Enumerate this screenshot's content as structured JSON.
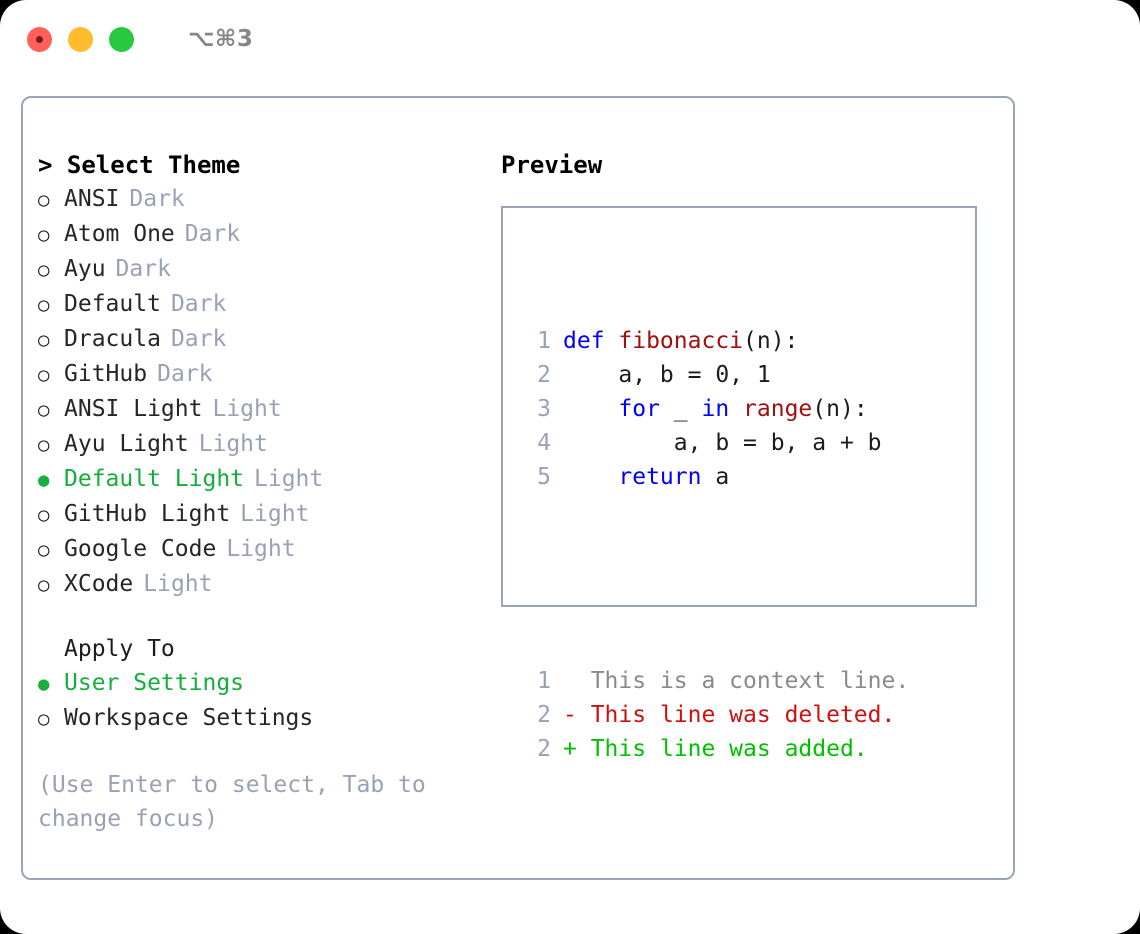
{
  "titlebar": {
    "shortcut": "⌥⌘3",
    "buttons": [
      {
        "name": "close",
        "color": "#ff6058"
      },
      {
        "name": "minimize",
        "color": "#febc2e"
      },
      {
        "name": "maximize",
        "color": "#28c840"
      }
    ]
  },
  "theme_panel": {
    "header": "> Select Theme",
    "items": [
      {
        "marker": "○",
        "label": "ANSI",
        "category": "Dark",
        "selected": false
      },
      {
        "marker": "○",
        "label": "Atom One",
        "category": "Dark",
        "selected": false
      },
      {
        "marker": "○",
        "label": "Ayu",
        "category": "Dark",
        "selected": false
      },
      {
        "marker": "○",
        "label": "Default",
        "category": "Dark",
        "selected": false
      },
      {
        "marker": "○",
        "label": "Dracula",
        "category": "Dark",
        "selected": false
      },
      {
        "marker": "○",
        "label": "GitHub",
        "category": "Dark",
        "selected": false
      },
      {
        "marker": "○",
        "label": "ANSI Light",
        "category": "Light",
        "selected": false
      },
      {
        "marker": "○",
        "label": "Ayu Light",
        "category": "Light",
        "selected": false
      },
      {
        "marker": "●",
        "label": "Default Light",
        "category": "Light",
        "selected": true
      },
      {
        "marker": "○",
        "label": "GitHub Light",
        "category": "Light",
        "selected": false
      },
      {
        "marker": "○",
        "label": "Google Code",
        "category": "Light",
        "selected": false
      },
      {
        "marker": "○",
        "label": "XCode",
        "category": "Light",
        "selected": false
      }
    ]
  },
  "apply_to": {
    "header": "Apply To",
    "items": [
      {
        "marker": "●",
        "label": "User Settings",
        "selected": true
      },
      {
        "marker": "○",
        "label": "Workspace Settings",
        "selected": false
      }
    ]
  },
  "hint": "(Use Enter to select, Tab to change focus)",
  "preview": {
    "title": "Preview",
    "code_lines": [
      {
        "num": "1",
        "segments": [
          {
            "text": "def ",
            "kind": "keyword"
          },
          {
            "text": "fibonacci",
            "kind": "function"
          },
          {
            "text": "(n):",
            "kind": "plain"
          }
        ]
      },
      {
        "num": "2",
        "segments": [
          {
            "text": "    a, b = 0, 1",
            "kind": "plain"
          }
        ]
      },
      {
        "num": "3",
        "segments": [
          {
            "text": "    ",
            "kind": "plain"
          },
          {
            "text": "for",
            "kind": "keyword"
          },
          {
            "text": " _ ",
            "kind": "plain"
          },
          {
            "text": "in",
            "kind": "keyword"
          },
          {
            "text": " ",
            "kind": "plain"
          },
          {
            "text": "range",
            "kind": "function"
          },
          {
            "text": "(n):",
            "kind": "plain"
          }
        ]
      },
      {
        "num": "4",
        "segments": [
          {
            "text": "        a, b = b, a + b",
            "kind": "plain"
          }
        ]
      },
      {
        "num": "5",
        "segments": [
          {
            "text": "    ",
            "kind": "plain"
          },
          {
            "text": "return",
            "kind": "keyword"
          },
          {
            "text": " a",
            "kind": "plain"
          }
        ]
      }
    ],
    "diff_lines": [
      {
        "num": "1",
        "prefix": "  ",
        "text": "This is a context line.",
        "kind": "context"
      },
      {
        "num": "2",
        "prefix": "- ",
        "text": "This line was deleted.",
        "kind": "deleted"
      },
      {
        "num": "2",
        "prefix": "+ ",
        "text": "This line was added.",
        "kind": "added"
      }
    ]
  },
  "colors": {
    "selected_green": "#14ae3c",
    "muted_gray": "#98a2b3",
    "border": "#9aa5b4",
    "keyword_blue": "#0000ff",
    "function_red": "#a01010",
    "diff_deleted": "#cc1111",
    "diff_added": "#00c000",
    "diff_context": "#8a8a8a"
  }
}
